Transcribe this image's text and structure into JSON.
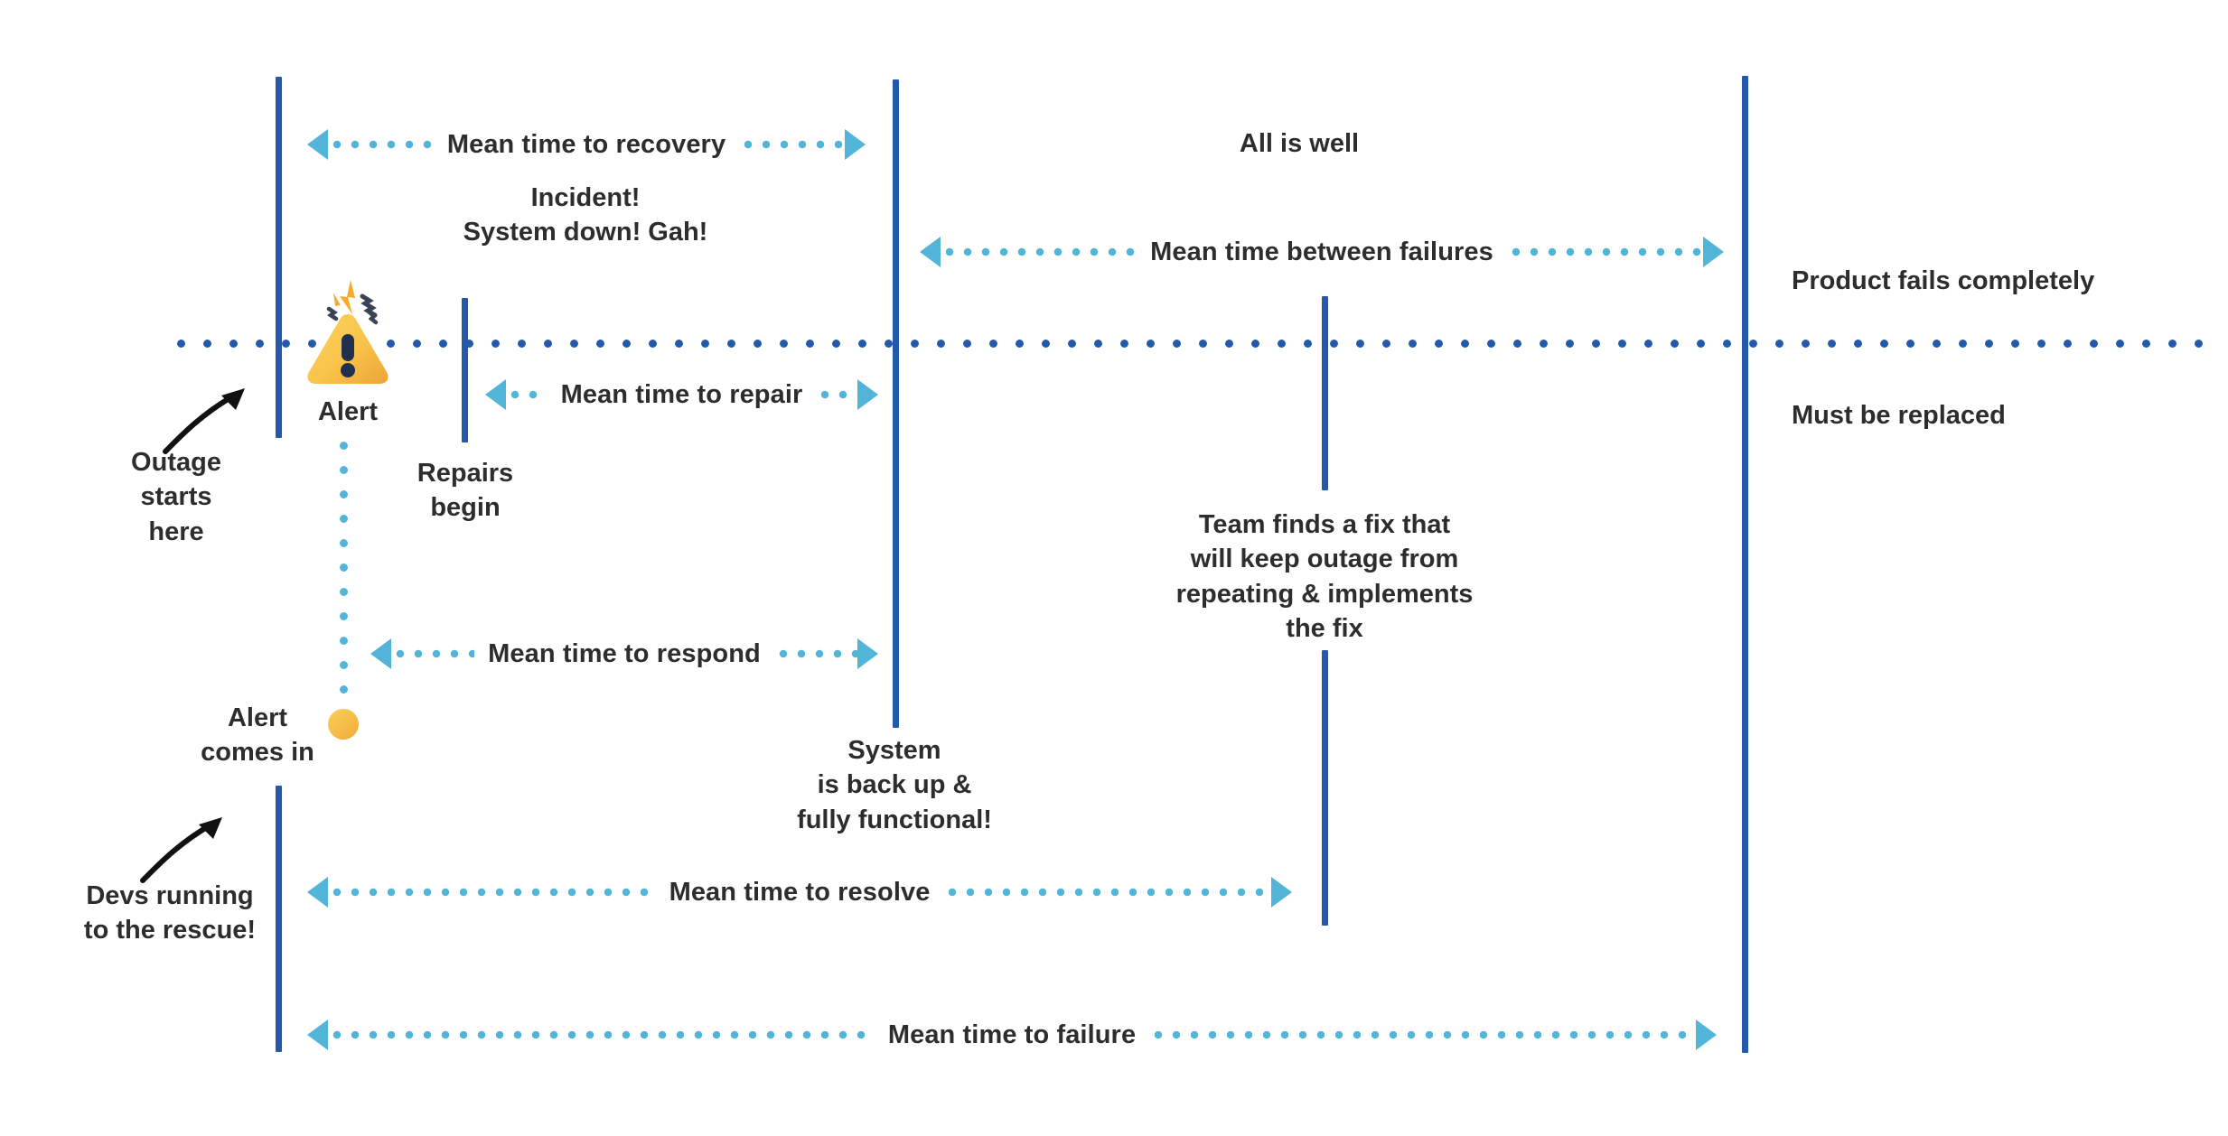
{
  "diagram": {
    "title": "Incident lifecycle reliability metrics timeline",
    "colors": {
      "milestone_line": "#2459aa",
      "timeline_dots": "#2459aa",
      "measure_arrow": "#52b5d8",
      "alert_yellow": "#f5b93f",
      "text": "#2d2d2d",
      "background": "#ffffff"
    }
  },
  "measures": [
    {
      "id": "mttrecovery",
      "label": "Mean time to recovery"
    },
    {
      "id": "mtbf",
      "label": "Mean time between failures"
    },
    {
      "id": "mttrepair",
      "label": "Mean time to repair"
    },
    {
      "id": "mttrespond",
      "label": "Mean time to respond"
    },
    {
      "id": "mttresolve",
      "label": "Mean time to resolve"
    },
    {
      "id": "mttfailure",
      "label": "Mean time to failure"
    }
  ],
  "captions": {
    "incident": "Incident!\nSystem down! Gah!",
    "all_is_well": "All is well",
    "product_fails": "Product fails completely",
    "must_be_replaced": "Must be replaced",
    "alert": "Alert",
    "repairs_begin": "Repairs\nbegin",
    "outage_starts": "Outage\nstarts\nhere",
    "alert_comes_in": "Alert\ncomes in",
    "devs_running": "Devs running\nto the rescue!",
    "system_back_up": "System\nis back up &\nfully functional!",
    "team_finds_fix": "Team finds a fix that\nwill keep outage from\nrepeating & implements\nthe fix"
  },
  "icons": {
    "alert": "warning-triangle-icon",
    "alert_dot": "alert-signal-dot"
  }
}
